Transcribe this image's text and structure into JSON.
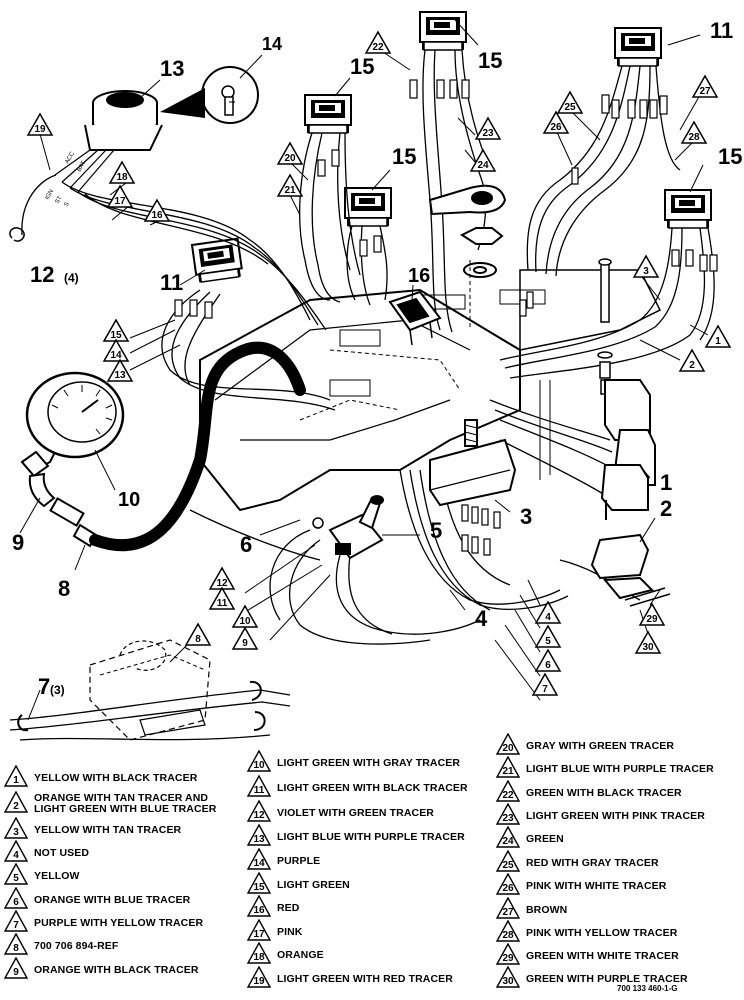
{
  "figure": {
    "drawing_number": "700 133 460-1-G",
    "ignition_terminal_labels": [
      "ACC",
      "BAT",
      "IGN",
      "ST",
      "S"
    ],
    "callouts": [
      "1",
      "2",
      "3",
      "4",
      "5",
      "6",
      "7",
      "8",
      "9",
      "10",
      "11",
      "12",
      "13",
      "14",
      "15",
      "16"
    ],
    "callout_counts": {
      "twelve": "(4)",
      "seven": "(3)"
    }
  },
  "wire_legend": [
    {
      "num": "1",
      "label": "YELLOW WITH BLACK TRACER"
    },
    {
      "num": "2",
      "label": "ORANGE WITH TAN TRACER AND LIGHT GREEN WITH BLUE TRACER"
    },
    {
      "num": "3",
      "label": "YELLOW WITH TAN TRACER"
    },
    {
      "num": "4",
      "label": "NOT USED"
    },
    {
      "num": "5",
      "label": "YELLOW"
    },
    {
      "num": "6",
      "label": "ORANGE WITH BLUE TRACER"
    },
    {
      "num": "7",
      "label": "PURPLE WITH YELLOW TRACER"
    },
    {
      "num": "8",
      "label": "700 706 894-REF"
    },
    {
      "num": "9",
      "label": "ORANGE WITH BLACK TRACER"
    },
    {
      "num": "10",
      "label": "LIGHT GREEN WITH GRAY TRACER"
    },
    {
      "num": "11",
      "label": "LIGHT GREEN WITH BLACK TRACER"
    },
    {
      "num": "12",
      "label": "VIOLET WITH GREEN TRACER"
    },
    {
      "num": "13",
      "label": "LIGHT BLUE WITH PURPLE TRACER"
    },
    {
      "num": "14",
      "label": "PURPLE"
    },
    {
      "num": "15",
      "label": "LIGHT GREEN"
    },
    {
      "num": "16",
      "label": "RED"
    },
    {
      "num": "17",
      "label": "PINK"
    },
    {
      "num": "18",
      "label": "ORANGE"
    },
    {
      "num": "19",
      "label": "LIGHT GREEN WITH RED TRACER"
    },
    {
      "num": "20",
      "label": "GRAY WITH GREEN TRACER"
    },
    {
      "num": "21",
      "label": "LIGHT BLUE WITH PURPLE TRACER"
    },
    {
      "num": "22",
      "label": "GREEN WITH BLACK TRACER"
    },
    {
      "num": "23",
      "label": "LIGHT GREEN WITH PINK TRACER"
    },
    {
      "num": "24",
      "label": "GREEN"
    },
    {
      "num": "25",
      "label": "RED WITH GRAY TRACER"
    },
    {
      "num": "26",
      "label": "PINK WITH WHITE TRACER"
    },
    {
      "num": "27",
      "label": "BROWN"
    },
    {
      "num": "28",
      "label": "PINK WITH YELLOW TRACER"
    },
    {
      "num": "29",
      "label": "GREEN WITH WHITE TRACER"
    },
    {
      "num": "30",
      "label": "GREEN WITH PURPLE TRACER"
    }
  ]
}
